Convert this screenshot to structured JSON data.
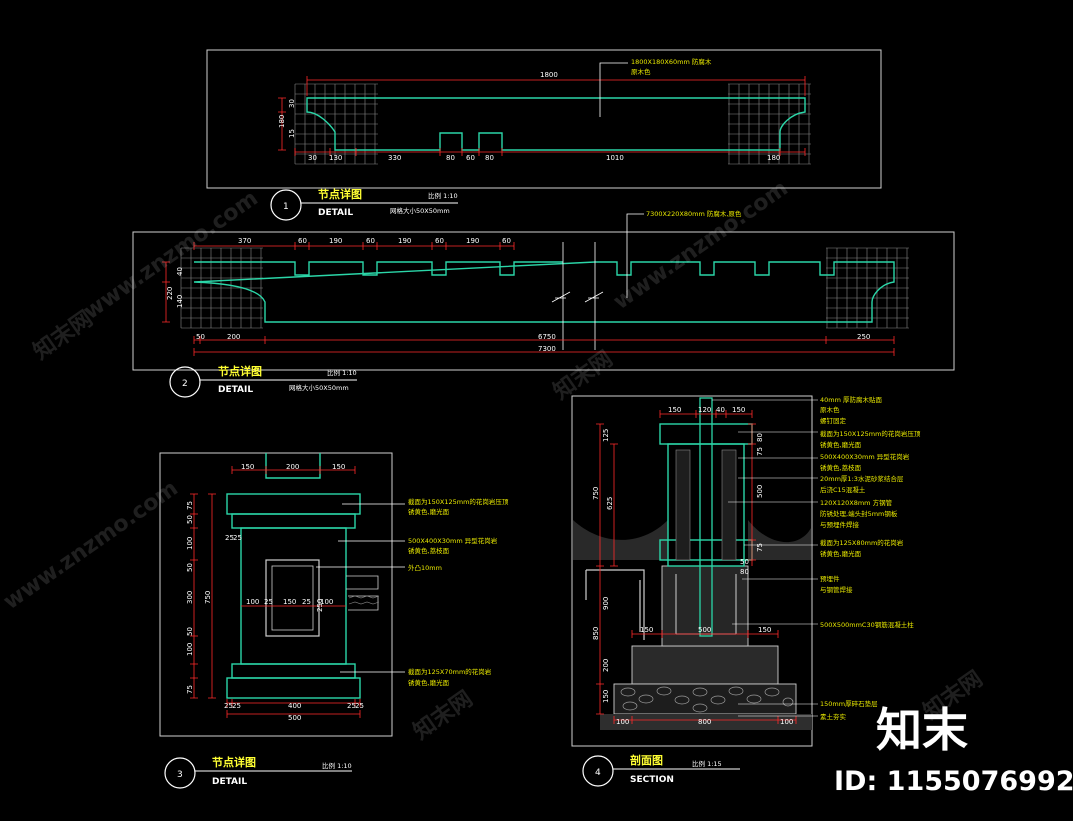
{
  "detail1": {
    "number": "1",
    "title": "节点详图",
    "subtitle": "DETAIL",
    "scale": "比例 1:10",
    "grid_note": "网格大小50X50mm",
    "callout": [
      "1800X180X60mm 防腐木",
      "原木色"
    ],
    "dims_top": "1800",
    "dims_bottom": [
      "30",
      "130",
      "330",
      "80",
      "60",
      "80",
      "1010",
      "180"
    ],
    "dims_left": [
      "30",
      "180",
      "15"
    ]
  },
  "detail2": {
    "number": "2",
    "title": "节点详图",
    "subtitle": "DETAIL",
    "scale": "比例 1:10",
    "grid_note": "网格大小50X50mm",
    "callout": [
      "7300X220X80mm 防腐木,原色"
    ],
    "dims_top": [
      "370",
      "60",
      "190",
      "60",
      "190",
      "60",
      "190",
      "60"
    ],
    "dims_bottom": [
      "50",
      "200",
      "6750",
      "250"
    ],
    "dims_total": "7300",
    "dims_left": [
      "40",
      "220",
      "140"
    ]
  },
  "detail3": {
    "number": "3",
    "title": "节点详图",
    "subtitle": "DETAIL",
    "scale": "比例 1:10",
    "notes": [
      "截面为150X125mm的花岗岩压顶",
      "锈黄色,磨光面",
      "500X400X30mm 异型花岗岩",
      "锈黄色,荔枝面",
      "外凸10mm",
      "截面为125X70mm的花岗岩",
      "锈黄色,磨光面"
    ],
    "dims_top": [
      "150",
      "200",
      "150"
    ],
    "dims_inner": [
      "100",
      "25",
      "150",
      "25",
      "100",
      "25",
      "25"
    ],
    "dims_bottom": [
      "25",
      "25",
      "400",
      "25",
      "25",
      "500"
    ],
    "dims_left": [
      "75",
      "50",
      "100",
      "50",
      "300",
      "50",
      "100",
      "75",
      "750"
    ],
    "dims_inner_right": "250"
  },
  "detail4": {
    "number": "4",
    "title": "剖面图",
    "subtitle": "SECTION",
    "scale": "比例 1:15",
    "notes": [
      "40mm 厚防腐木贴面",
      "原木色",
      "螺钉固定",
      "截面为150X125mm的花岗岩压顶",
      "锈黄色,磨光面",
      "500X400X30mm 异型花岗岩",
      "锈黄色,荔枝面",
      "20mm厚1:3水泥砂浆结合层",
      "后浇C15混凝土",
      "120X120X8mm 方钢管",
      "防锈处理,端头封5mm钢板",
      "与预埋件焊接",
      "截面为125X80mm的花岗岩",
      "锈黄色,磨光面",
      "预埋件",
      "与钢管焊接",
      "500X500mmC30钢筋混凝土柱",
      "150mm厚碎石垫层",
      "素土夯实"
    ],
    "dims_top": [
      "150",
      "120",
      "40",
      "150"
    ],
    "dims_left": [
      "125",
      "750",
      "625",
      "900",
      "850",
      "200",
      "150"
    ],
    "dims_right": [
      "80",
      "75",
      "500",
      "75",
      "50",
      "80"
    ],
    "dims_bottom": [
      "100",
      "800",
      "100"
    ],
    "dims_mid": [
      "150",
      "500",
      "150"
    ]
  },
  "watermark": {
    "site": "www.znzmo.com",
    "brand": "知末网",
    "logo": "知末",
    "id": "ID: 1155076992"
  },
  "colors": {
    "background": "#000000",
    "profile": "#2bd6a8",
    "dimension": "#ff2a2a",
    "annotation": "#ffff33",
    "frame": "#cfcfcf"
  }
}
